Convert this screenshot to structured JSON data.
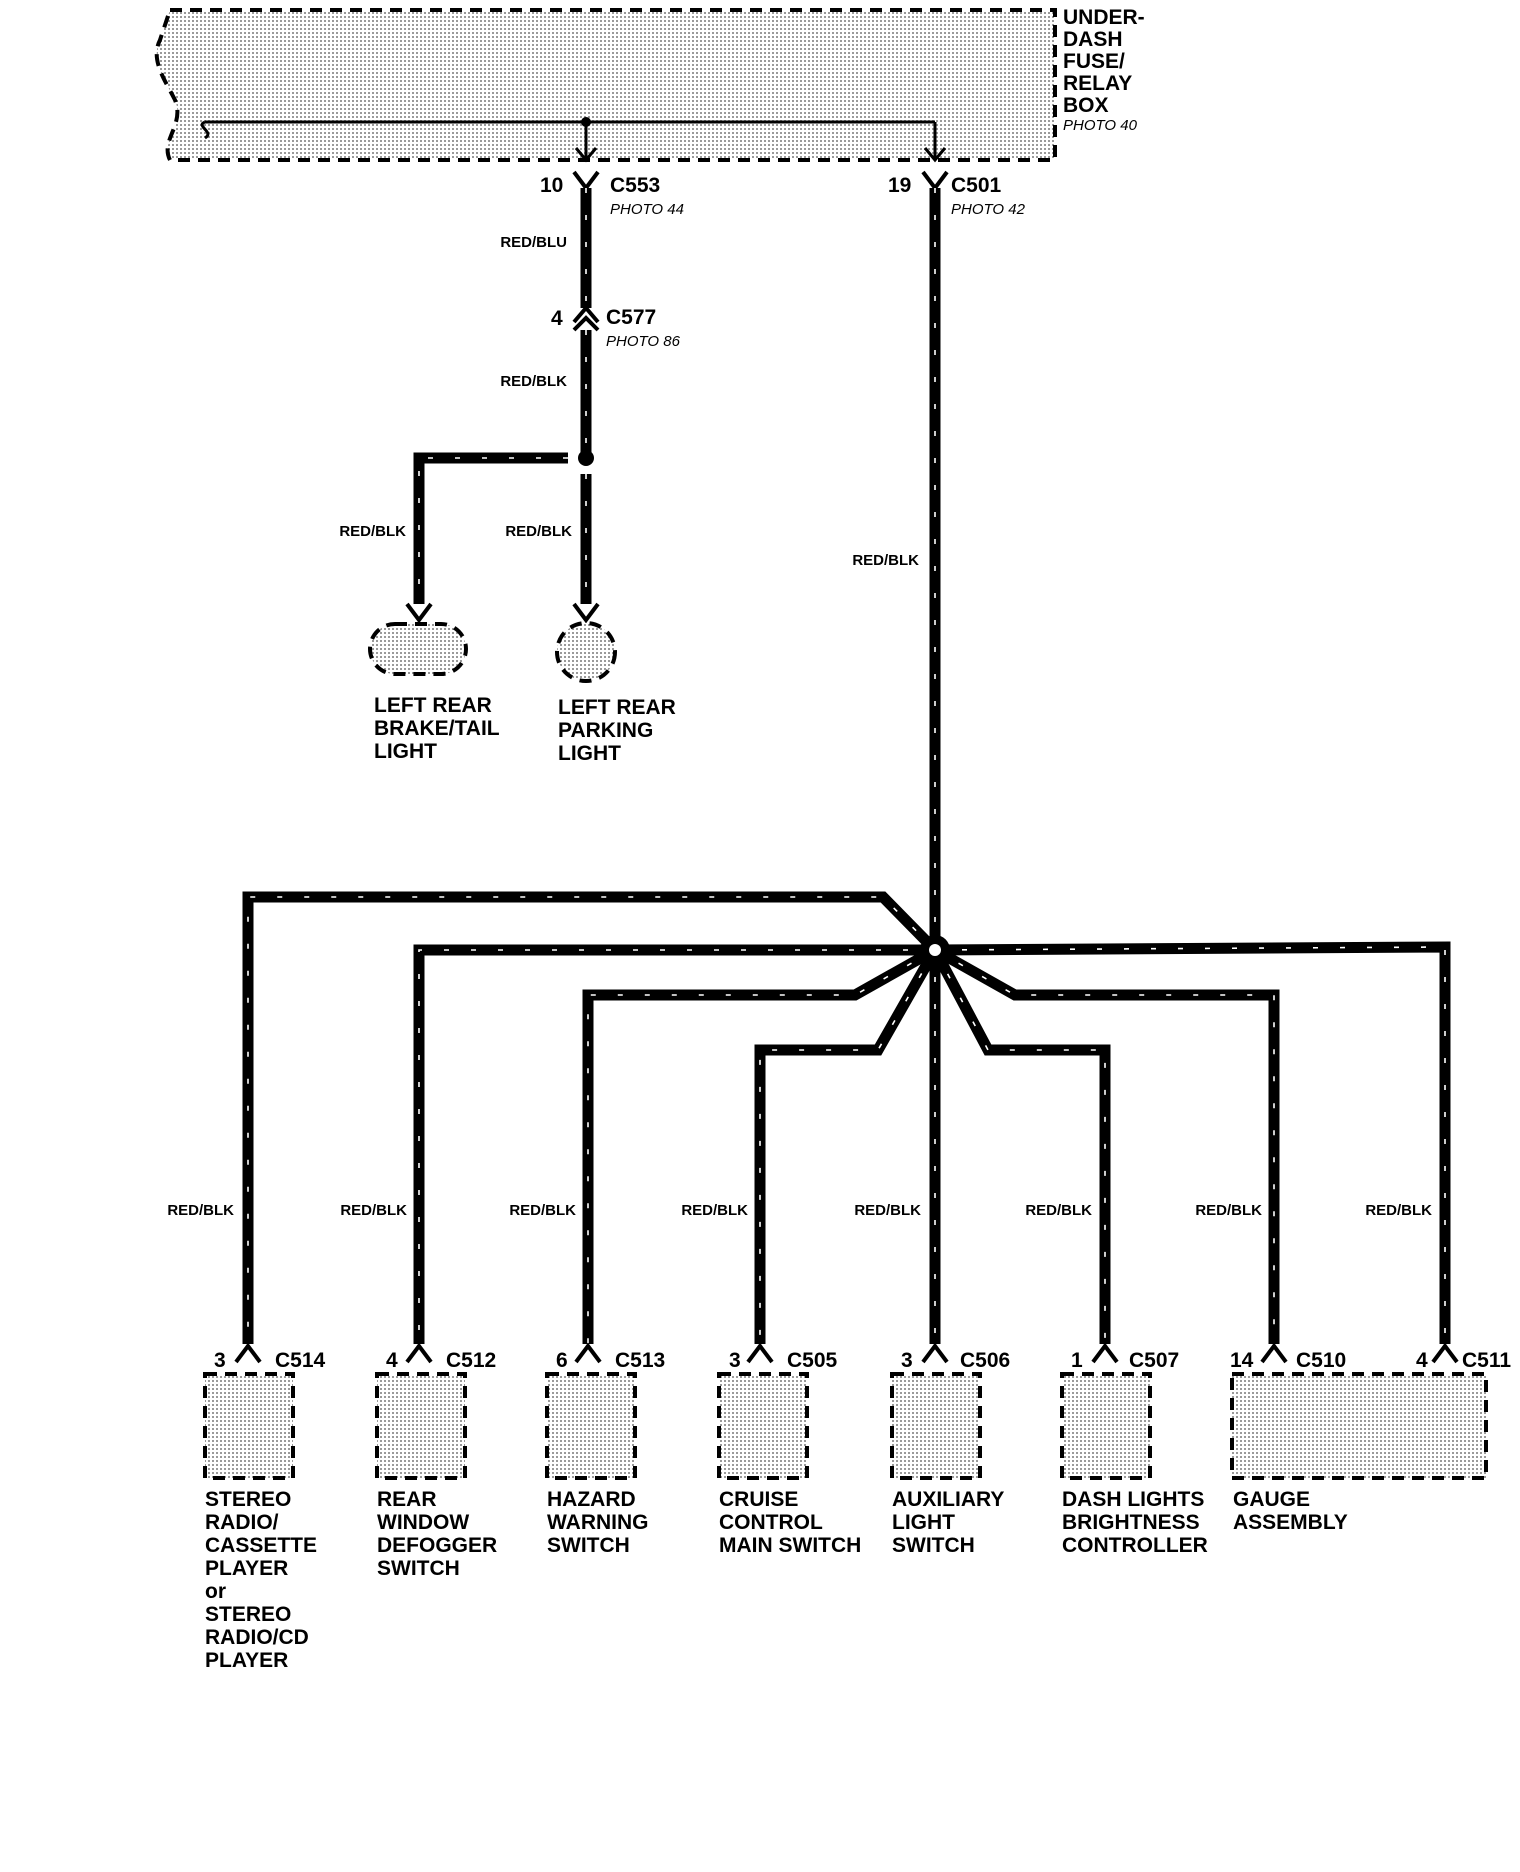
{
  "fuse_box": {
    "line1": "UNDER-",
    "line2": "DASH",
    "line3": "FUSE/",
    "line4": "RELAY",
    "line5": "BOX",
    "photo": "PHOTO 40"
  },
  "top_connectors": [
    {
      "pin": "10",
      "id": "C553",
      "photo": "PHOTO 44"
    },
    {
      "pin": "19",
      "id": "C501",
      "photo": "PHOTO 42"
    }
  ],
  "inline_connector": {
    "pin": "4",
    "id": "C577",
    "photo": "PHOTO 86"
  },
  "wire_colors": {
    "red_blu": "RED/BLU",
    "red_blk": "RED/BLK"
  },
  "rear_lights": [
    {
      "line1": "LEFT REAR",
      "line2": "BRAKE/TAIL",
      "line3": "LIGHT"
    },
    {
      "line1": "LEFT REAR",
      "line2": "PARKING",
      "line3": "LIGHT"
    }
  ],
  "components": [
    {
      "pin": "3",
      "connector": "C514",
      "lines": [
        "STEREO",
        "RADIO/",
        "CASSETTE",
        "PLAYER",
        "or",
        "STEREO",
        "RADIO/CD",
        "PLAYER"
      ]
    },
    {
      "pin": "4",
      "connector": "C512",
      "lines": [
        "REAR",
        "WINDOW",
        "DEFOGGER",
        "SWITCH"
      ]
    },
    {
      "pin": "6",
      "connector": "C513",
      "lines": [
        "HAZARD",
        "WARNING",
        "SWITCH"
      ]
    },
    {
      "pin": "3",
      "connector": "C505",
      "lines": [
        "CRUISE",
        "CONTROL",
        "MAIN SWITCH"
      ]
    },
    {
      "pin": "3",
      "connector": "C506",
      "lines": [
        "AUXILIARY",
        "LIGHT",
        "SWITCH"
      ]
    },
    {
      "pin": "1",
      "connector": "C507",
      "lines": [
        "DASH LIGHTS",
        "BRIGHTNESS",
        "CONTROLLER"
      ]
    },
    {
      "pin": "14",
      "connector": "C510",
      "lines": [
        "GAUGE",
        "ASSEMBLY"
      ]
    },
    {
      "pin": "4",
      "connector": "C511",
      "lines": []
    }
  ]
}
